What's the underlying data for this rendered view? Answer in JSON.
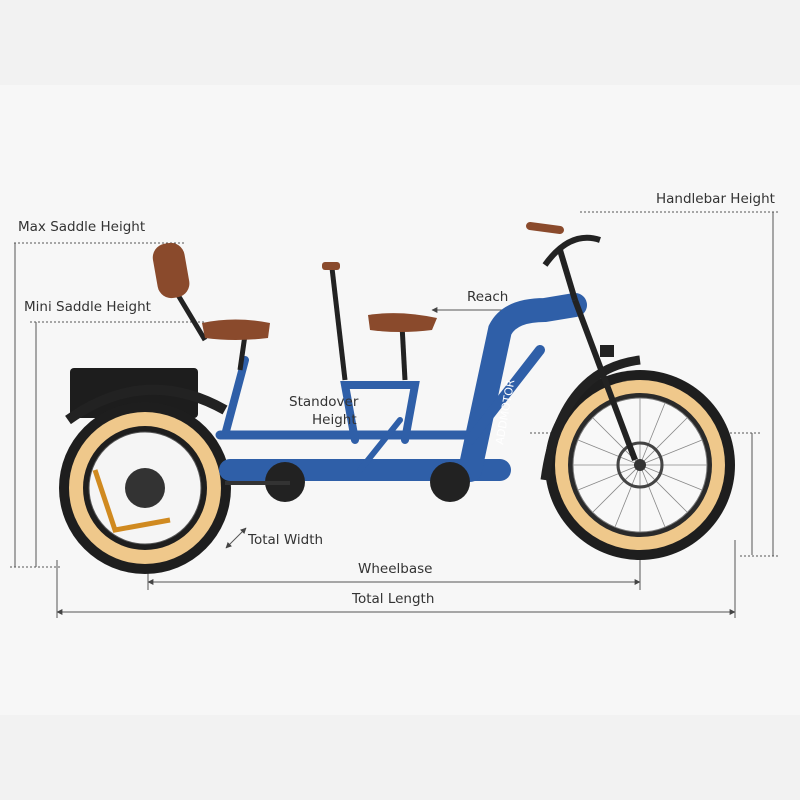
{
  "labels": {
    "max_saddle_height": "Max Saddle Height",
    "mini_saddle_height": "Mini Saddle Height",
    "handlebar_height": "Handlebar Height",
    "reach": "Reach",
    "standover_line1": "Standover",
    "standover_line2": "Height",
    "total_width": "Total Width",
    "wheelbase": "Wheelbase",
    "total_length": "Total Length"
  },
  "product": {
    "brand": "ADDMOTOR"
  },
  "colors": {
    "frame": "#2f5fa8",
    "tire": "#f0c98a",
    "saddle": "#8a4a2c",
    "dimension_line": "#555555"
  }
}
